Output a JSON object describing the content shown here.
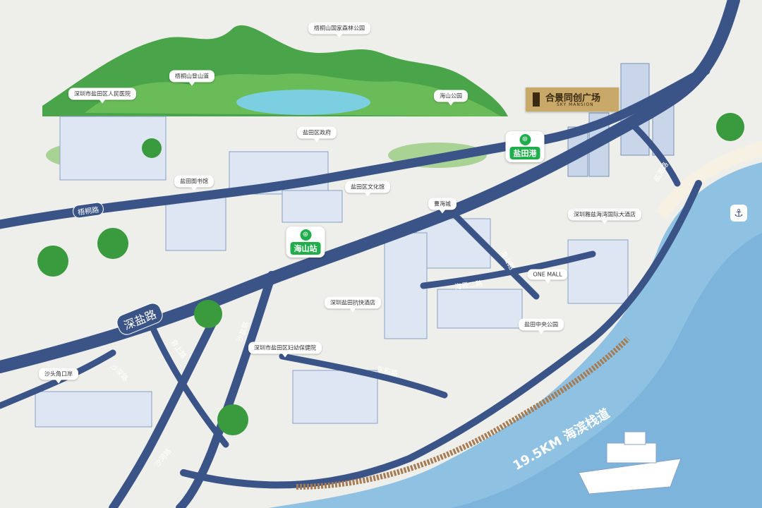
{
  "colors": {
    "background": "#eeeeea",
    "road": "#3b5487",
    "sea": "#8fc2e2",
    "sea_deep": "#6aa6d3",
    "mountain": "#4aa54a",
    "metro_green": "#1fae4b",
    "project_gold": "#c8a96a"
  },
  "project": {
    "name_cn": "合景同创广场",
    "name_en": "SKY MANSION"
  },
  "stations": [
    {
      "id": "yantian-port",
      "name": "盐田港"
    },
    {
      "id": "haishan",
      "name": "海山站"
    }
  ],
  "roads": {
    "wutong": "梧桐路",
    "shenyan": "深盐路",
    "shayan": "沙盐路",
    "guanxia": "官上路",
    "shashen": "沙深路",
    "shahe": "沙河路",
    "donghe": "东和路",
    "haijing2": "海景二路",
    "haishan": "海山路",
    "linhai": "临海路"
  },
  "boardwalk": "19.5KM 海滨栈道",
  "places": [
    {
      "id": "wutongshan-forest-park",
      "label": "梧桐山国家森林公园"
    },
    {
      "id": "wutongshan-trail",
      "label": "梧桐山登山道"
    },
    {
      "id": "yantian-hospital",
      "label": "深圳市盐田区人民医院"
    },
    {
      "id": "haishan-park",
      "label": "海山公园"
    },
    {
      "id": "district-government",
      "label": "盐田区政府"
    },
    {
      "id": "library",
      "label": "盐田图书馆"
    },
    {
      "id": "culture-center",
      "label": "盐田区文化馆"
    },
    {
      "id": "caohai-city",
      "label": "曹海城"
    },
    {
      "id": "hotel",
      "label": "深圳雅兹海湾国际大酒店"
    },
    {
      "id": "one-mall",
      "label": "ONE MALL"
    },
    {
      "id": "express-hotel",
      "label": "深圳盐田抗快酒店"
    },
    {
      "id": "central-park",
      "label": "盐田中央公园"
    },
    {
      "id": "maternity",
      "label": "深圳市盐田区妇幼保健院"
    },
    {
      "id": "shatoujiao-port",
      "label": "沙头角口岸"
    }
  ]
}
